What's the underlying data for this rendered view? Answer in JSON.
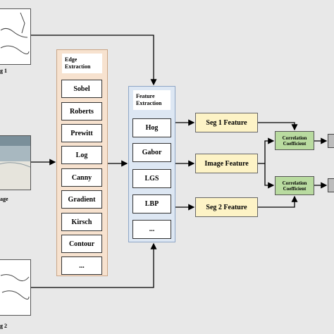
{
  "inputs": {
    "top_label": "g 1",
    "middle_label": "age",
    "bottom_label": "g 2"
  },
  "edge_extraction": {
    "title_line1": "Edge",
    "title_line2": "Extraction",
    "items": [
      "Sobel",
      "Roberts",
      "Prewitt",
      "Log",
      "Canny",
      "Gradient",
      "Kirsch",
      "Contour",
      "..."
    ]
  },
  "feature_extraction": {
    "title_line1": "Feature",
    "title_line2": "Extraction",
    "items": [
      "Hog",
      "Gabor",
      "LGS",
      "LBP",
      "..."
    ]
  },
  "features": {
    "seg1": "Seg 1 Feature",
    "image": "Image Feature",
    "seg2": "Seg 2 Feature"
  },
  "correlation": {
    "top_line1": "Correlation",
    "top_line2": "Coefficient",
    "bottom_line1": "Correlation",
    "bottom_line2": "Coefficient"
  }
}
